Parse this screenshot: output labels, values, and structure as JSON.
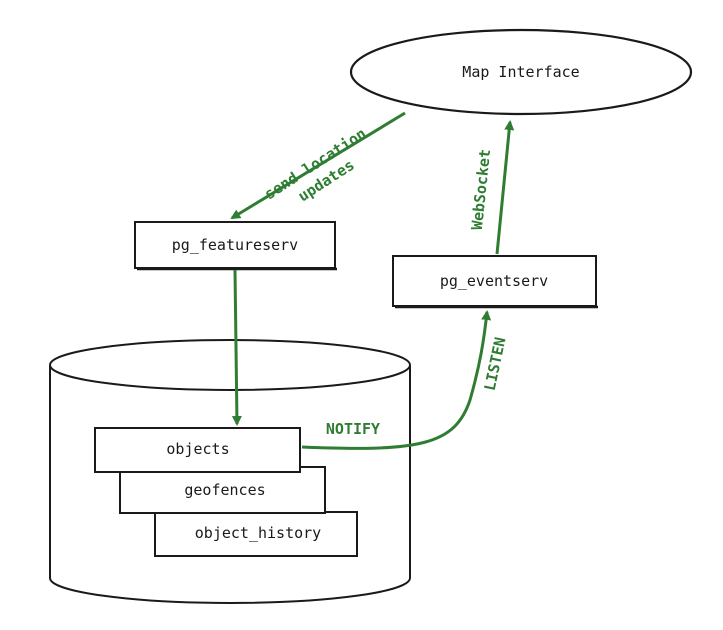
{
  "nodes": {
    "map_interface": "Map Interface",
    "pg_featureserv": "pg_featureserv",
    "pg_eventserv": "pg_eventserv",
    "objects": "objects",
    "geofences": "geofences",
    "object_history": "object_history"
  },
  "edges": {
    "send_location_line1": "send location",
    "send_location_line2": "updates",
    "websocket": "WebSocket",
    "listen": "LISTEN",
    "notify": "NOTIFY"
  },
  "colors": {
    "stroke": "#1a1a1a",
    "arrow": "#2f7d32"
  }
}
